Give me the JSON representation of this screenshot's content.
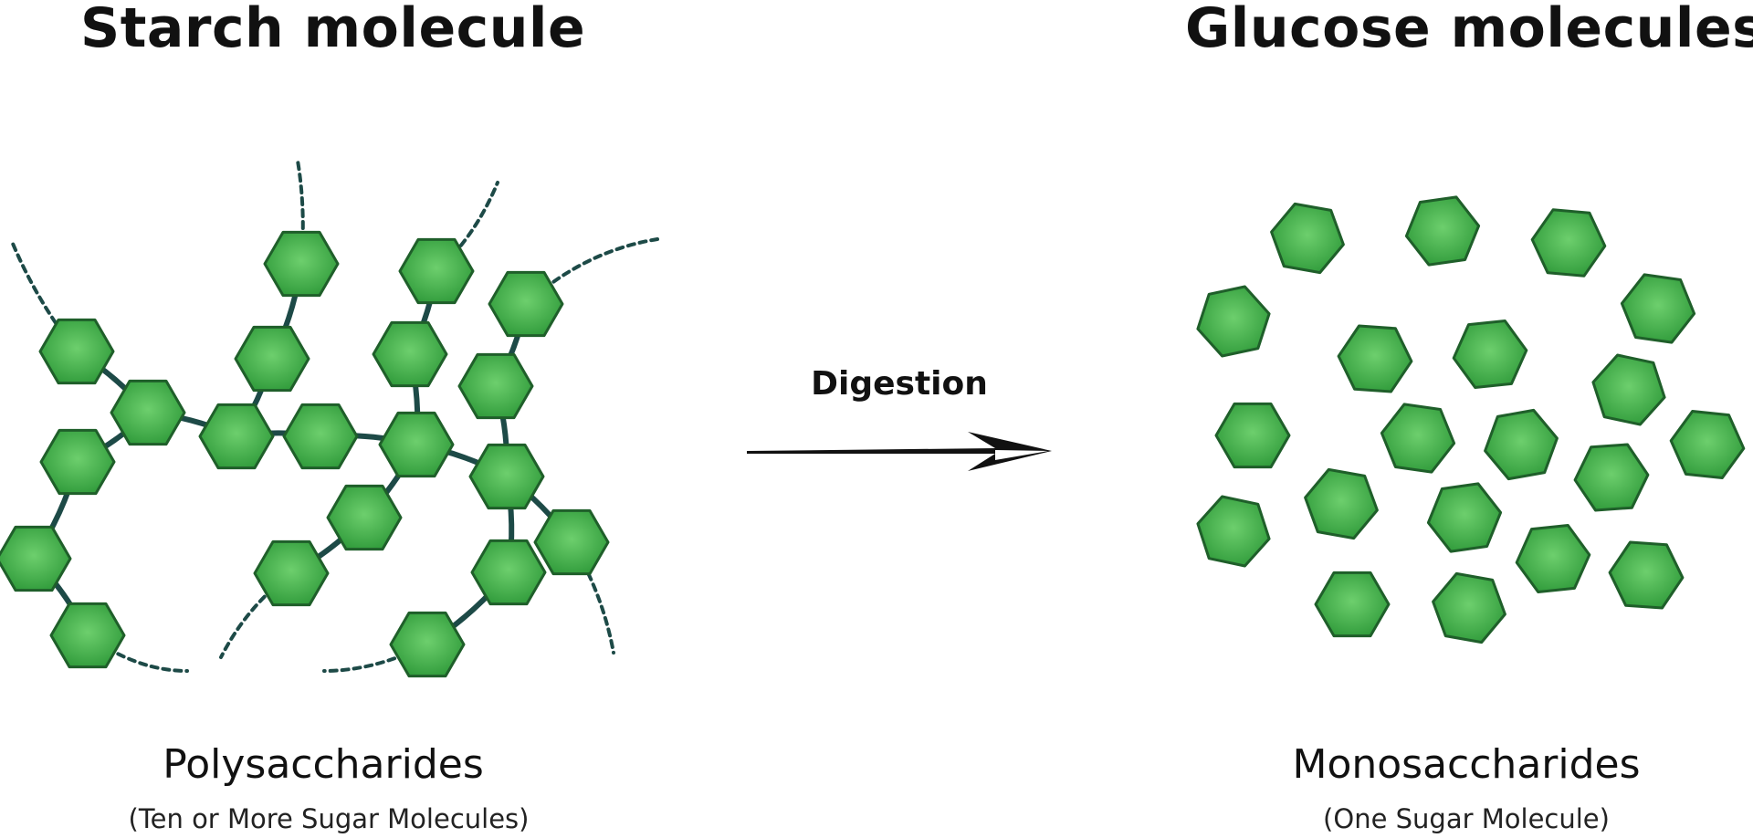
{
  "left": {
    "title": "Starch molecule",
    "label": "Polysaccharides",
    "sublabel": "(Ten or More Sugar Molecules)"
  },
  "right": {
    "title": "Glucose molecules",
    "label": "Monosaccharides",
    "sublabel": "(One Sugar Molecule)"
  },
  "process": {
    "label": "Digestion"
  },
  "colors": {
    "hexagon_fill_light": "#6dcf6d",
    "hexagon_fill_dark": "#2f9a3a",
    "hexagon_stroke": "#1f5f2a",
    "bond": "#1d4a47",
    "arrow": "#111111"
  }
}
